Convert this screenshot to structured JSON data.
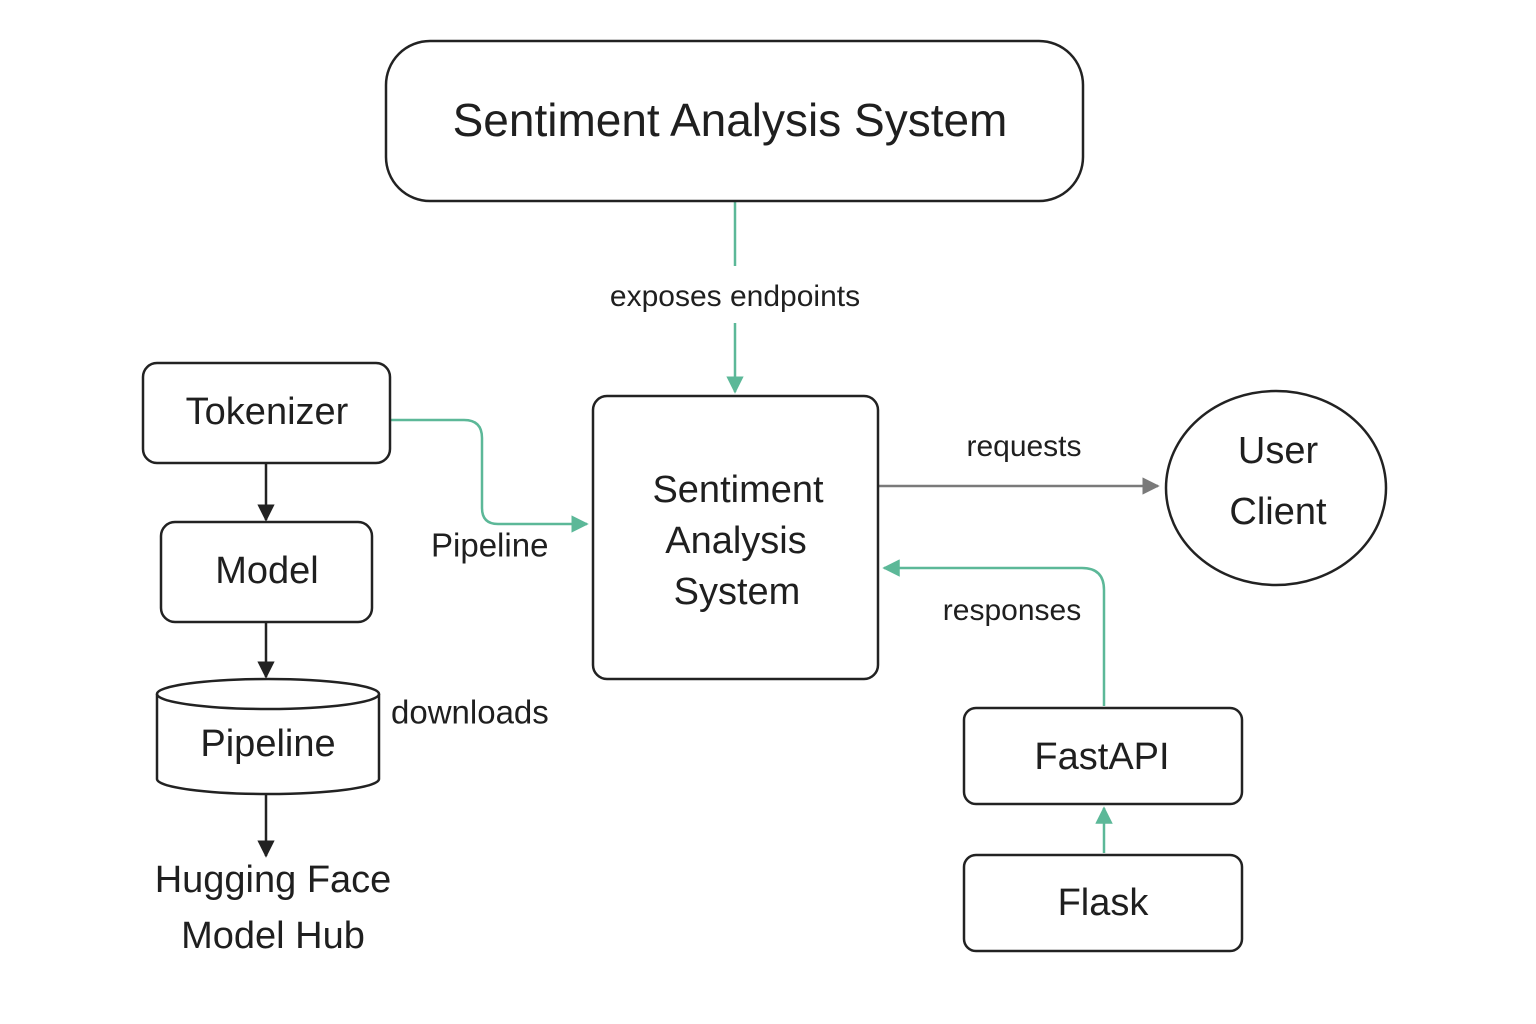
{
  "colors": {
    "accent": "#5cb898",
    "stroke": "#222222",
    "request": "#7a7a7a",
    "text": "#1f1f1f"
  },
  "nodes": {
    "top_system": {
      "label": "Sentiment Analysis System"
    },
    "tokenizer": {
      "label": "Tokenizer"
    },
    "model": {
      "label": "Model"
    },
    "pipeline_db": {
      "label": "Pipeline"
    },
    "hub": {
      "lines": [
        "Hugging Face",
        "Model Hub"
      ]
    },
    "center_system": {
      "lines": [
        "Sentiment",
        "Analysis",
        "System"
      ]
    },
    "user_client": {
      "lines": [
        "User",
        "Client"
      ]
    },
    "fastapi": {
      "label": "FastAPI"
    },
    "flask": {
      "label": "Flask"
    }
  },
  "edges": {
    "exposes": {
      "label": "exposes endpoints"
    },
    "pipeline": {
      "label": "Pipeline"
    },
    "downloads": {
      "label": "downloads"
    },
    "requests": {
      "label": "requests"
    },
    "responses": {
      "label": "responses"
    }
  }
}
